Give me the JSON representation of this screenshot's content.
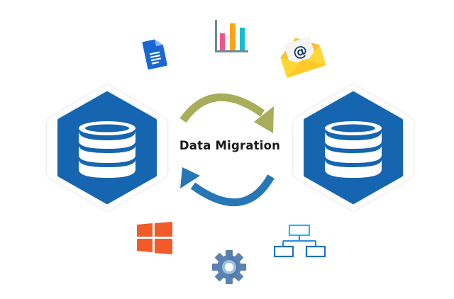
{
  "diagram": {
    "title": "Data Migration",
    "colors": {
      "db_hex": "#1565b0",
      "hex_outline": "#ffffff",
      "arrow_forward": "#a8ad5a",
      "arrow_back": "#2777b6",
      "docs_blue": "#1a67d2",
      "chart_pink": "#f4548c",
      "chart_orange": "#ffa31a",
      "chart_cyan": "#13bcd1",
      "envelope_yellow": "#fdd835",
      "windows_orange": "#f25a29",
      "gear_blue": "#5b82b0",
      "hierarchy_blue": "#2e8fd6"
    },
    "nodes": [
      {
        "id": "source-database",
        "icon": "database-icon"
      },
      {
        "id": "target-database",
        "icon": "database-icon"
      }
    ],
    "arrows": [
      {
        "id": "forward-arrow",
        "direction": "left-to-right"
      },
      {
        "id": "backward-arrow",
        "direction": "right-to-left"
      }
    ],
    "satellite_icons": [
      "document-icon",
      "bar-chart-icon",
      "email-icon",
      "windows-icon",
      "gear-icon",
      "hierarchy-icon"
    ]
  }
}
